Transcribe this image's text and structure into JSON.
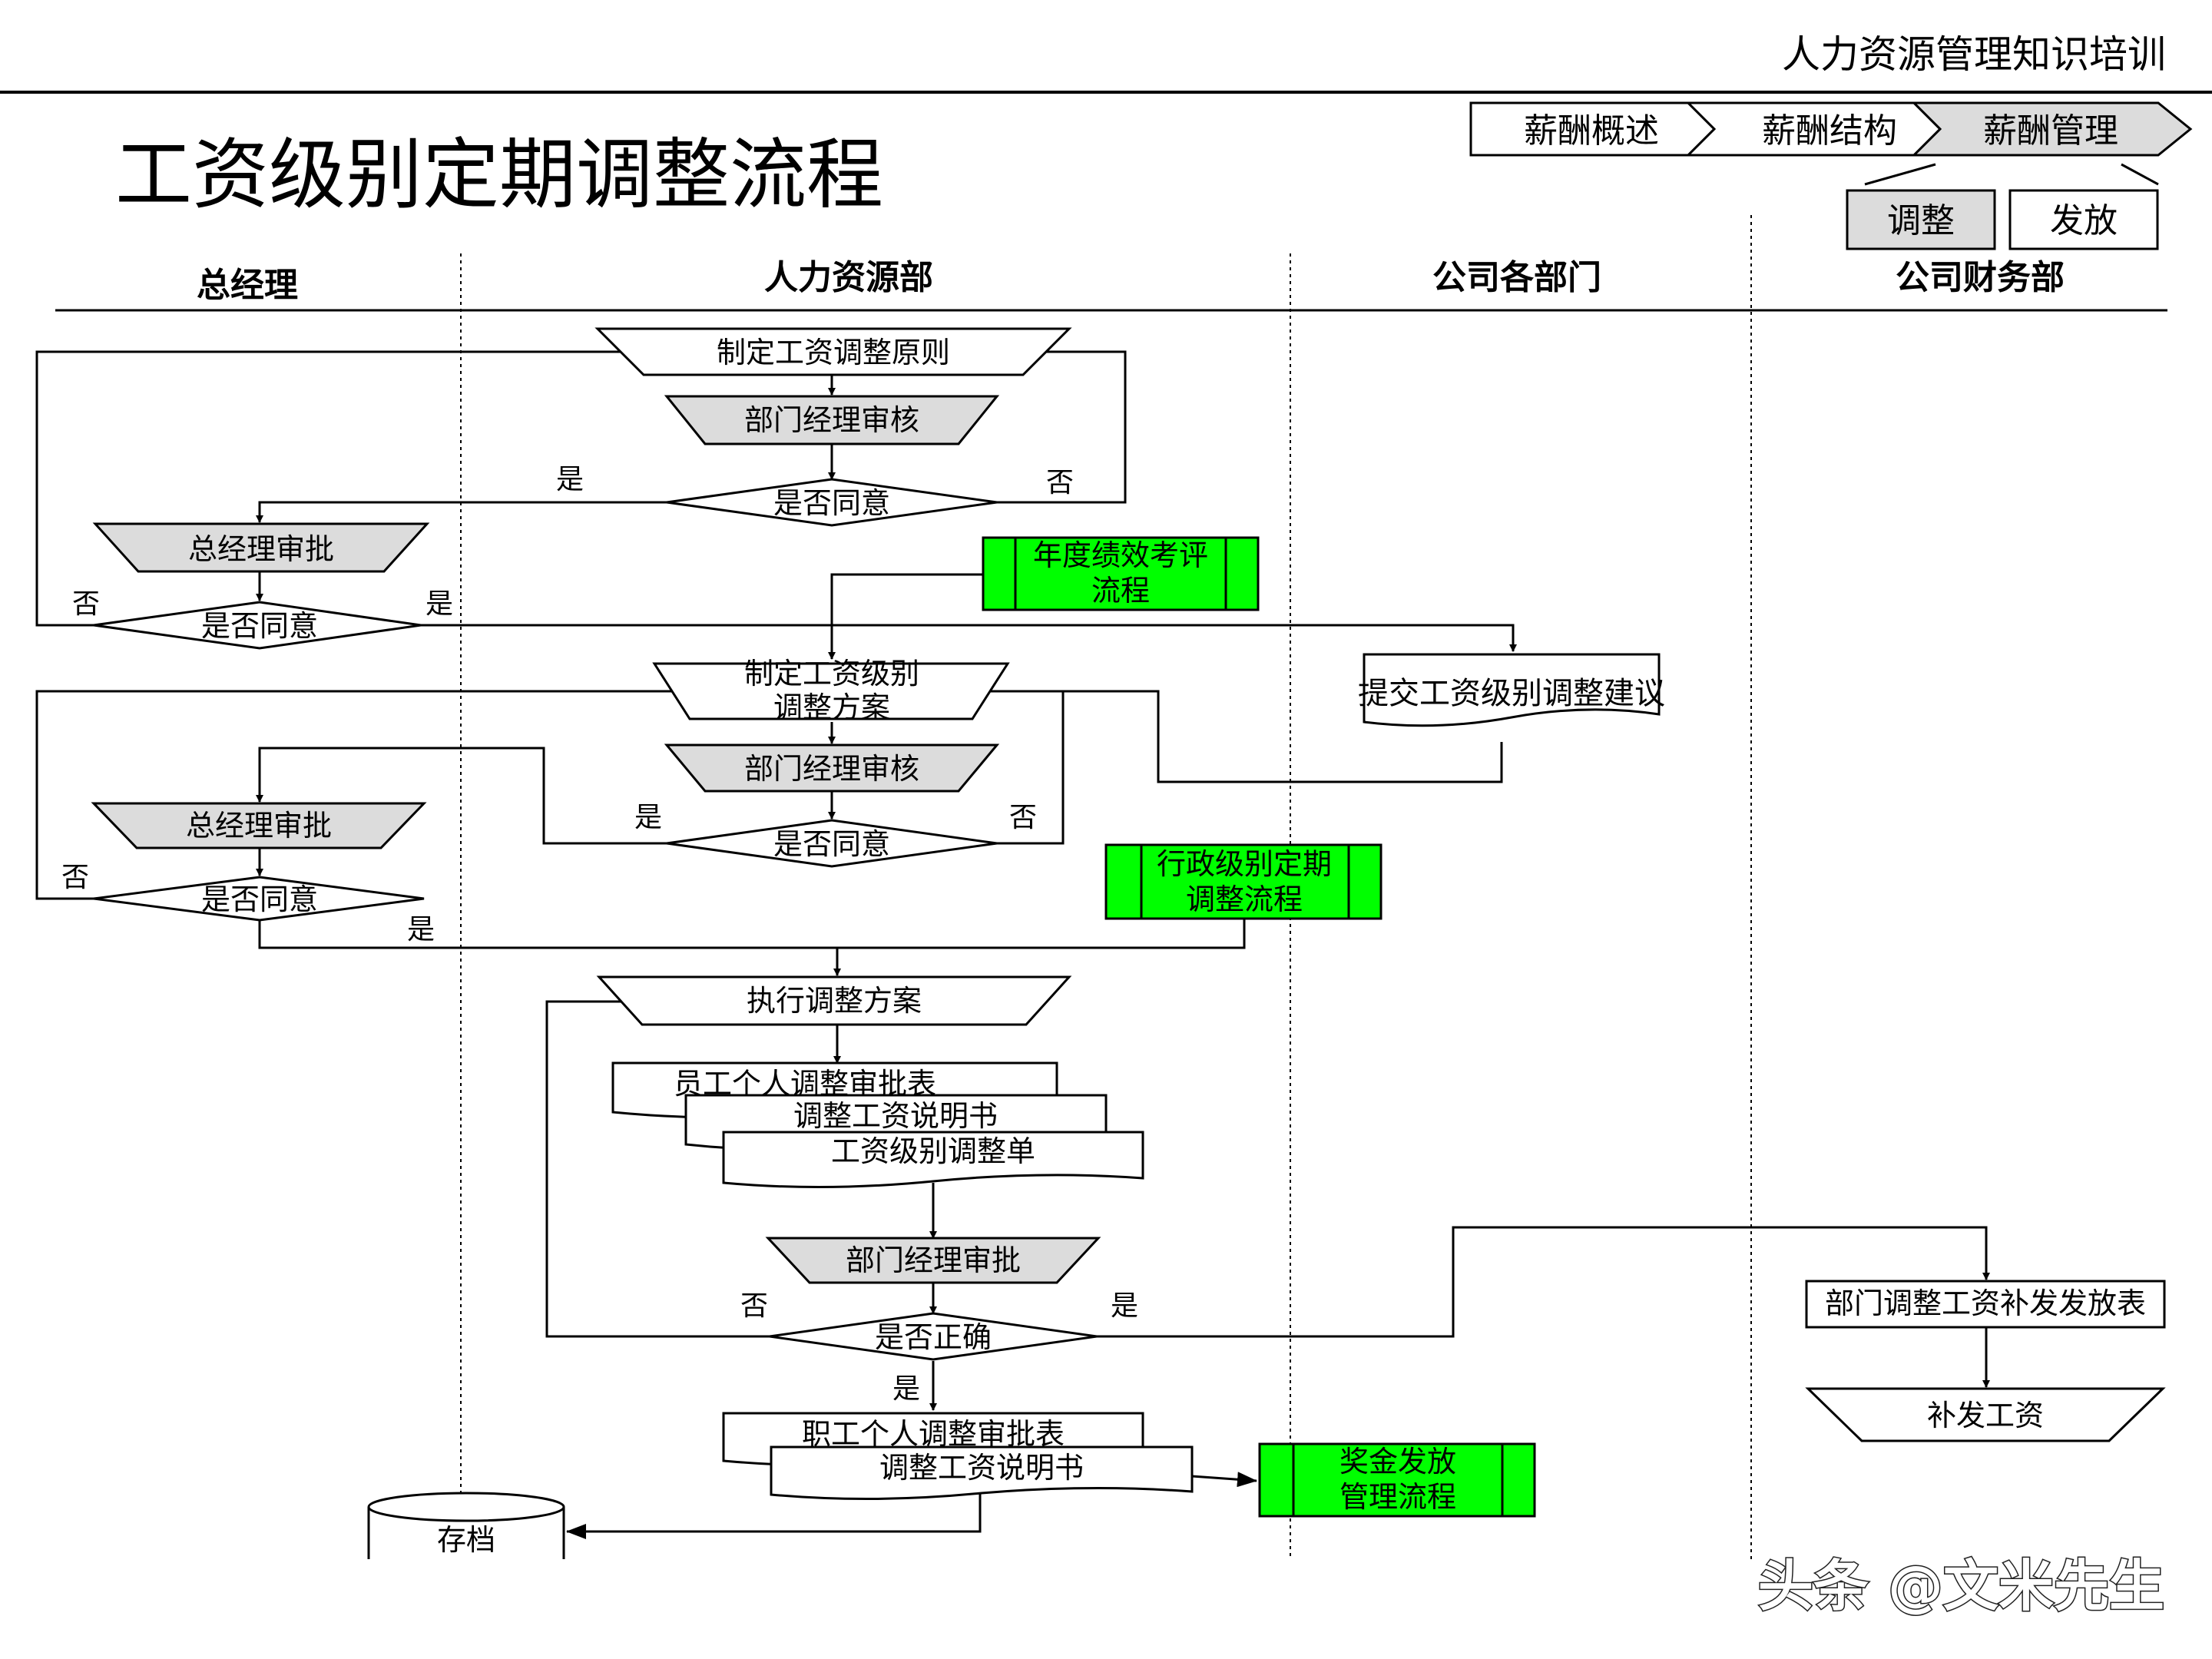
{
  "header": {
    "course_title": "人力资源管理知识培训",
    "page_title": "工资级别定期调整流程",
    "nav_steps": [
      "薪酬概述",
      "薪酬结构",
      "薪酬管理"
    ],
    "sub_tabs": [
      "调整",
      "发放"
    ]
  },
  "lanes": [
    "总经理",
    "人力资源部",
    "公司各部门",
    "公司财务部"
  ],
  "nodes": {
    "n1": "制定工资调整原则",
    "n2": "部门经理审核",
    "n3": "是否同意",
    "n4": "总经理审批",
    "n5": "是否同意",
    "n6": "年度绩效考评流程",
    "n7": "制定工资级别调整方案",
    "n8": "提交工资级别调整建议",
    "n9": "部门经理审核",
    "n10": "是否同意",
    "n11": "总经理审批",
    "n12": "是否同意",
    "n13": "行政级别定期调整流程",
    "n14": "执行调整方案",
    "d1": "员工个人调整审批表",
    "d2": "调整工资说明书",
    "d3": "工资级别调整单",
    "n15": "部门经理审批",
    "n16": "是否正确",
    "n17": "部门调整工资补发发放表",
    "n18": "补发工资",
    "d4": "职工个人调整审批表",
    "d5": "调整工资说明书",
    "n19": "奖金发放管理流程",
    "n20": "存档"
  },
  "labels": {
    "yes": "是",
    "no": "否"
  },
  "colors": {
    "process_fill": "#dcdcdc",
    "subprocess_fill": "#00ff00",
    "line": "#000000"
  },
  "watermark": "头条 @文米先生"
}
